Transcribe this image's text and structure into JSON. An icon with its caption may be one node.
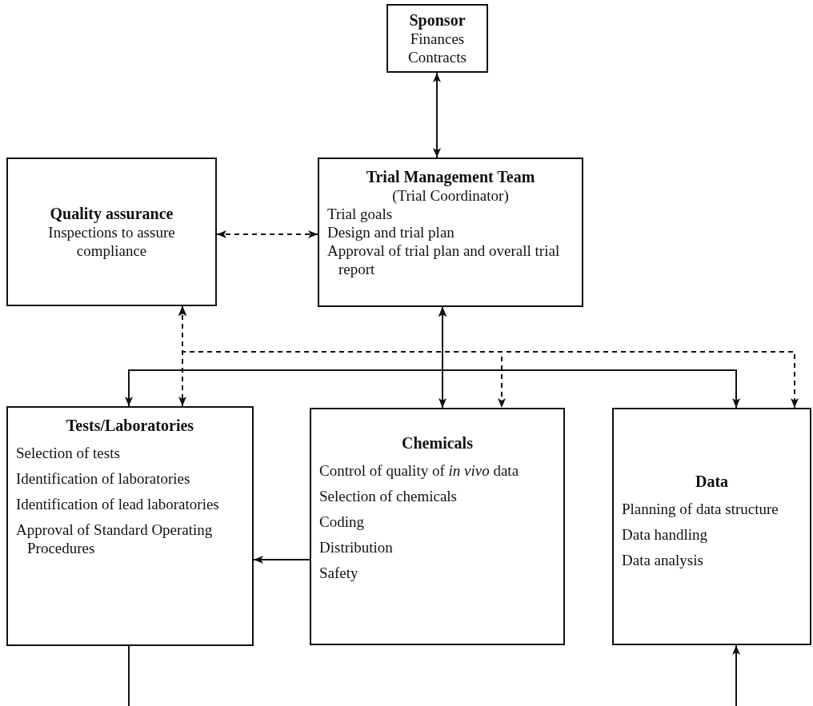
{
  "diagram": {
    "nodes": [
      {
        "text": [
          "Sponsor",
          "Finances",
          "Contracts"
        ]
      },
      {
        "text": [
          "Quality assurance",
          "Inspections to assure compliance"
        ]
      },
      {
        "text": [
          "Trial Management Team",
          "(Trial Coordinator)",
          "Trial goals",
          "Design and trial plan",
          "Approval of trial plan and overall trial report"
        ]
      },
      {
        "text": [
          "Tests/Laboratories",
          "Selection of tests",
          "Identification of laboratories",
          "Identification of lead laboratories",
          "Approval of Standard Operating Procedures"
        ]
      },
      {
        "text": [
          "Chemicals",
          "Control of quality of *in vivo* data",
          "Selection of chemicals",
          "Coding",
          "Distribution",
          "Safety"
        ]
      },
      {
        "text": [
          "Data",
          "Planning of data structure",
          "Data handling",
          "Data analysis"
        ]
      }
    ],
    "edges": [
      {
        "from": 0,
        "to": 2,
        "arrow": "both"
      },
      {
        "from": 1,
        "to": 2,
        "arrow": "both",
        "style": "dashed"
      },
      {
        "from": 2,
        "to": 3,
        "arrow": "both"
      },
      {
        "from": 2,
        "to": 4,
        "arrow": "both"
      },
      {
        "from": 2,
        "to": 5,
        "arrow": "both"
      },
      {
        "from": 1,
        "to": 3,
        "arrow": "both",
        "style": "dashed"
      },
      {
        "from": 1,
        "to": 4,
        "arrow": "both",
        "style": "dashed"
      },
      {
        "from": 1,
        "to": 5,
        "arrow": "both",
        "style": "dashed"
      },
      {
        "from": 4,
        "to": 3,
        "arrow": "to"
      },
      {
        "from": 3,
        "to": null,
        "arrow": "none"
      },
      {
        "from": null,
        "to": 5,
        "arrow": "to"
      }
    ]
  }
}
